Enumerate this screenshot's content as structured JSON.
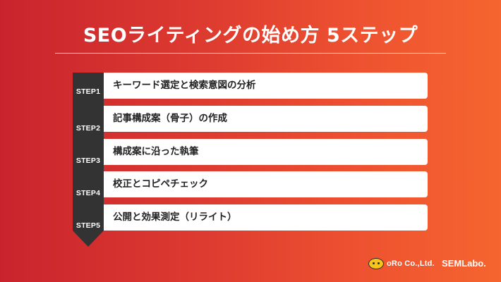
{
  "header": {
    "title": "SEOライティングの始め方 5ステップ"
  },
  "steps": [
    {
      "label": "STEP1",
      "text": "キーワード選定と検索意図の分析"
    },
    {
      "label": "STEP2",
      "text": "記事構成案（骨子）の作成"
    },
    {
      "label": "STEP3",
      "text": "構成案に沿った執筆"
    },
    {
      "label": "STEP4",
      "text": "校正とコピペチェック"
    },
    {
      "label": "STEP5",
      "text": "公開と効果測定（リライト）"
    }
  ],
  "footer": {
    "logo_oro": "oRo Co.,Ltd.",
    "logo_sem": "SEMLabo."
  },
  "colors": {
    "gradient_start": "#c9242e",
    "gradient_end": "#f5652f",
    "step_column": "#333333",
    "bar": "#ffffff",
    "text": "#222222",
    "logo_accent": "#f5c518"
  }
}
